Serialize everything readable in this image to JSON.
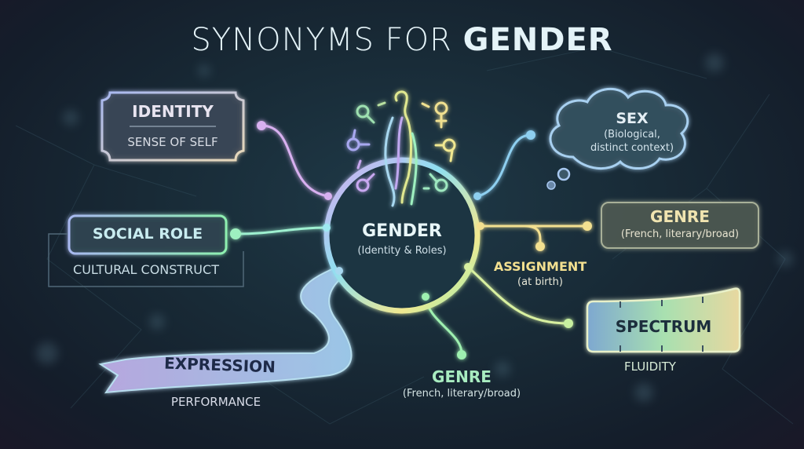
{
  "title": {
    "light": "SYNONYMS FOR ",
    "bold": "GENDER"
  },
  "center": {
    "label": "GENDER",
    "sub": "(Identity & Roles)",
    "icon": "gender-symbols-human-figure-icon"
  },
  "nodes": {
    "identity": {
      "label": "IDENTITY",
      "sub": "SENSE OF SELF",
      "shape": "ornate-plaque",
      "color": "#c9b8e8"
    },
    "social_role": {
      "label": "SOCIAL ROLE",
      "sub": "CULTURAL CONSTRUCT",
      "shape": "rounded-box",
      "color": "#8fe0c0"
    },
    "expression": {
      "label": "EXPRESSION",
      "sub": "PERFORMANCE",
      "shape": "ribbon-banner",
      "color": "#a8c8f0"
    },
    "sex": {
      "label": "SEX",
      "sub1": "(Biological,",
      "sub2": "distinct context)",
      "shape": "thought-cloud",
      "color": "#8ec6e8"
    },
    "genre_right": {
      "label": "GENRE",
      "sub": "(French, literary/broad)",
      "shape": "rounded-box",
      "color": "#f0e0a0"
    },
    "assignment": {
      "label": "ASSIGNMENT",
      "sub": "(at birth)",
      "color": "#f3e08a"
    },
    "spectrum": {
      "label": "SPECTRUM",
      "sub": "FLUIDITY",
      "shape": "gradient-bar",
      "color": "#c8e8a0"
    },
    "genre_bottom": {
      "label": "GENRE",
      "sub": "(French, literary/broad)",
      "color": "#9ee8b0"
    }
  }
}
